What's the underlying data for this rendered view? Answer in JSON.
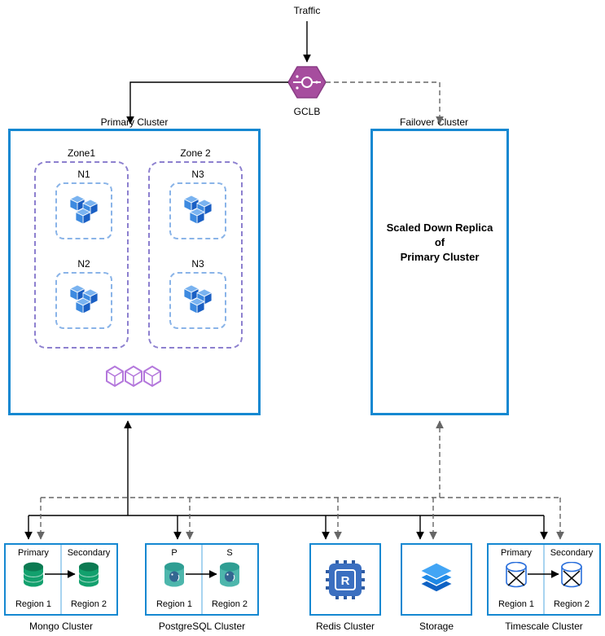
{
  "diagram": {
    "traffic_label": "Traffic",
    "gclb_label": "GCLB",
    "primary": {
      "label": "Primary Cluster",
      "zone1": {
        "label": "Zone1",
        "node1": "N1",
        "node2": "N2"
      },
      "zone2": {
        "label": "Zone 2",
        "node1": "N3",
        "node2": "N3"
      }
    },
    "failover": {
      "label": "Failover Cluster",
      "line1": "Scaled Down Replica",
      "line2": "of",
      "line3": "Primary Cluster"
    },
    "mongo": {
      "title": "Mongo Cluster",
      "left_header": "Primary",
      "right_header": "Secondary",
      "left_region": "Region 1",
      "right_region": "Region 2"
    },
    "postgres": {
      "title": "PostgreSQL Cluster",
      "left_header": "P",
      "right_header": "S",
      "left_region": "Region 1",
      "right_region": "Region 2"
    },
    "redis": {
      "title": "Redis Cluster",
      "chip_letter": "R"
    },
    "storage": {
      "title": "Storage"
    },
    "timescale": {
      "title": "Timescale Cluster",
      "left_header": "Primary",
      "right_header": "Secondary",
      "left_region": "Region 1",
      "right_region": "Region 2"
    }
  },
  "icons": {
    "gclb": "load-balancer-hexagon-icon",
    "pods": "kubernetes-pods-icon",
    "deployment": "purple-hexagon-cubes-icon",
    "mongo": "mongodb-cylinder-icon",
    "postgres": "postgresql-cylinder-icon",
    "redis": "redis-chip-icon",
    "storage": "storage-stack-icon",
    "timescale": "crossed-cylinder-icon"
  },
  "colors": {
    "cluster_border": "#1588d1",
    "zone_border": "#8d80cf",
    "node_border": "#8ab4e8",
    "divider": "#a8d4f0",
    "gclb_fill": "#a64d9e",
    "pod_blue": "#1a73e8",
    "hex_purple": "#b478dc",
    "mongo_green": "#12a06d",
    "postgres_teal": "#4db6ac",
    "redis_blue": "#3b6fc0",
    "storage_blue": "#1e88e5",
    "solid_line": "#000000",
    "dashed_line": "#666666"
  }
}
